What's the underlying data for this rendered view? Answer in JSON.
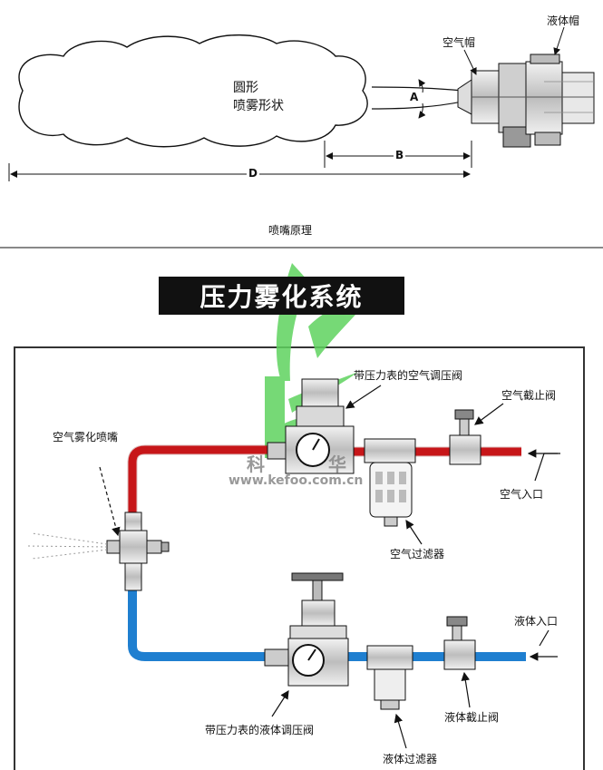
{
  "top_diagram": {
    "liquid_cap": "液体帽",
    "air_cap": "空气帽",
    "spray_shape_line1": "圆形",
    "spray_shape_line2": "喷雾形状",
    "dim_a": "A",
    "dim_b": "B",
    "dim_d": "D",
    "caption": "喷嘴原理"
  },
  "system_diagram": {
    "title": "压力雾化系统",
    "nozzle": "空气雾化喷嘴",
    "air_regulator": "带压力表的空气调压阀",
    "air_shutoff": "空气截止阀",
    "air_inlet": "空气入口",
    "air_filter": "空气过滤器",
    "liquid_inlet": "液体入口",
    "liquid_shutoff": "液体截止阀",
    "liquid_regulator": "带压力表的液体调压阀",
    "liquid_filter": "液体过滤器"
  },
  "watermark": {
    "url": "www.kefoo.com.cn",
    "brand": "科",
    "brand2": "华"
  },
  "colors": {
    "air_line": "#e01e22",
    "liquid_line": "#1f7fd0",
    "logo_green": "#5fd35f",
    "frame": "#333333"
  }
}
